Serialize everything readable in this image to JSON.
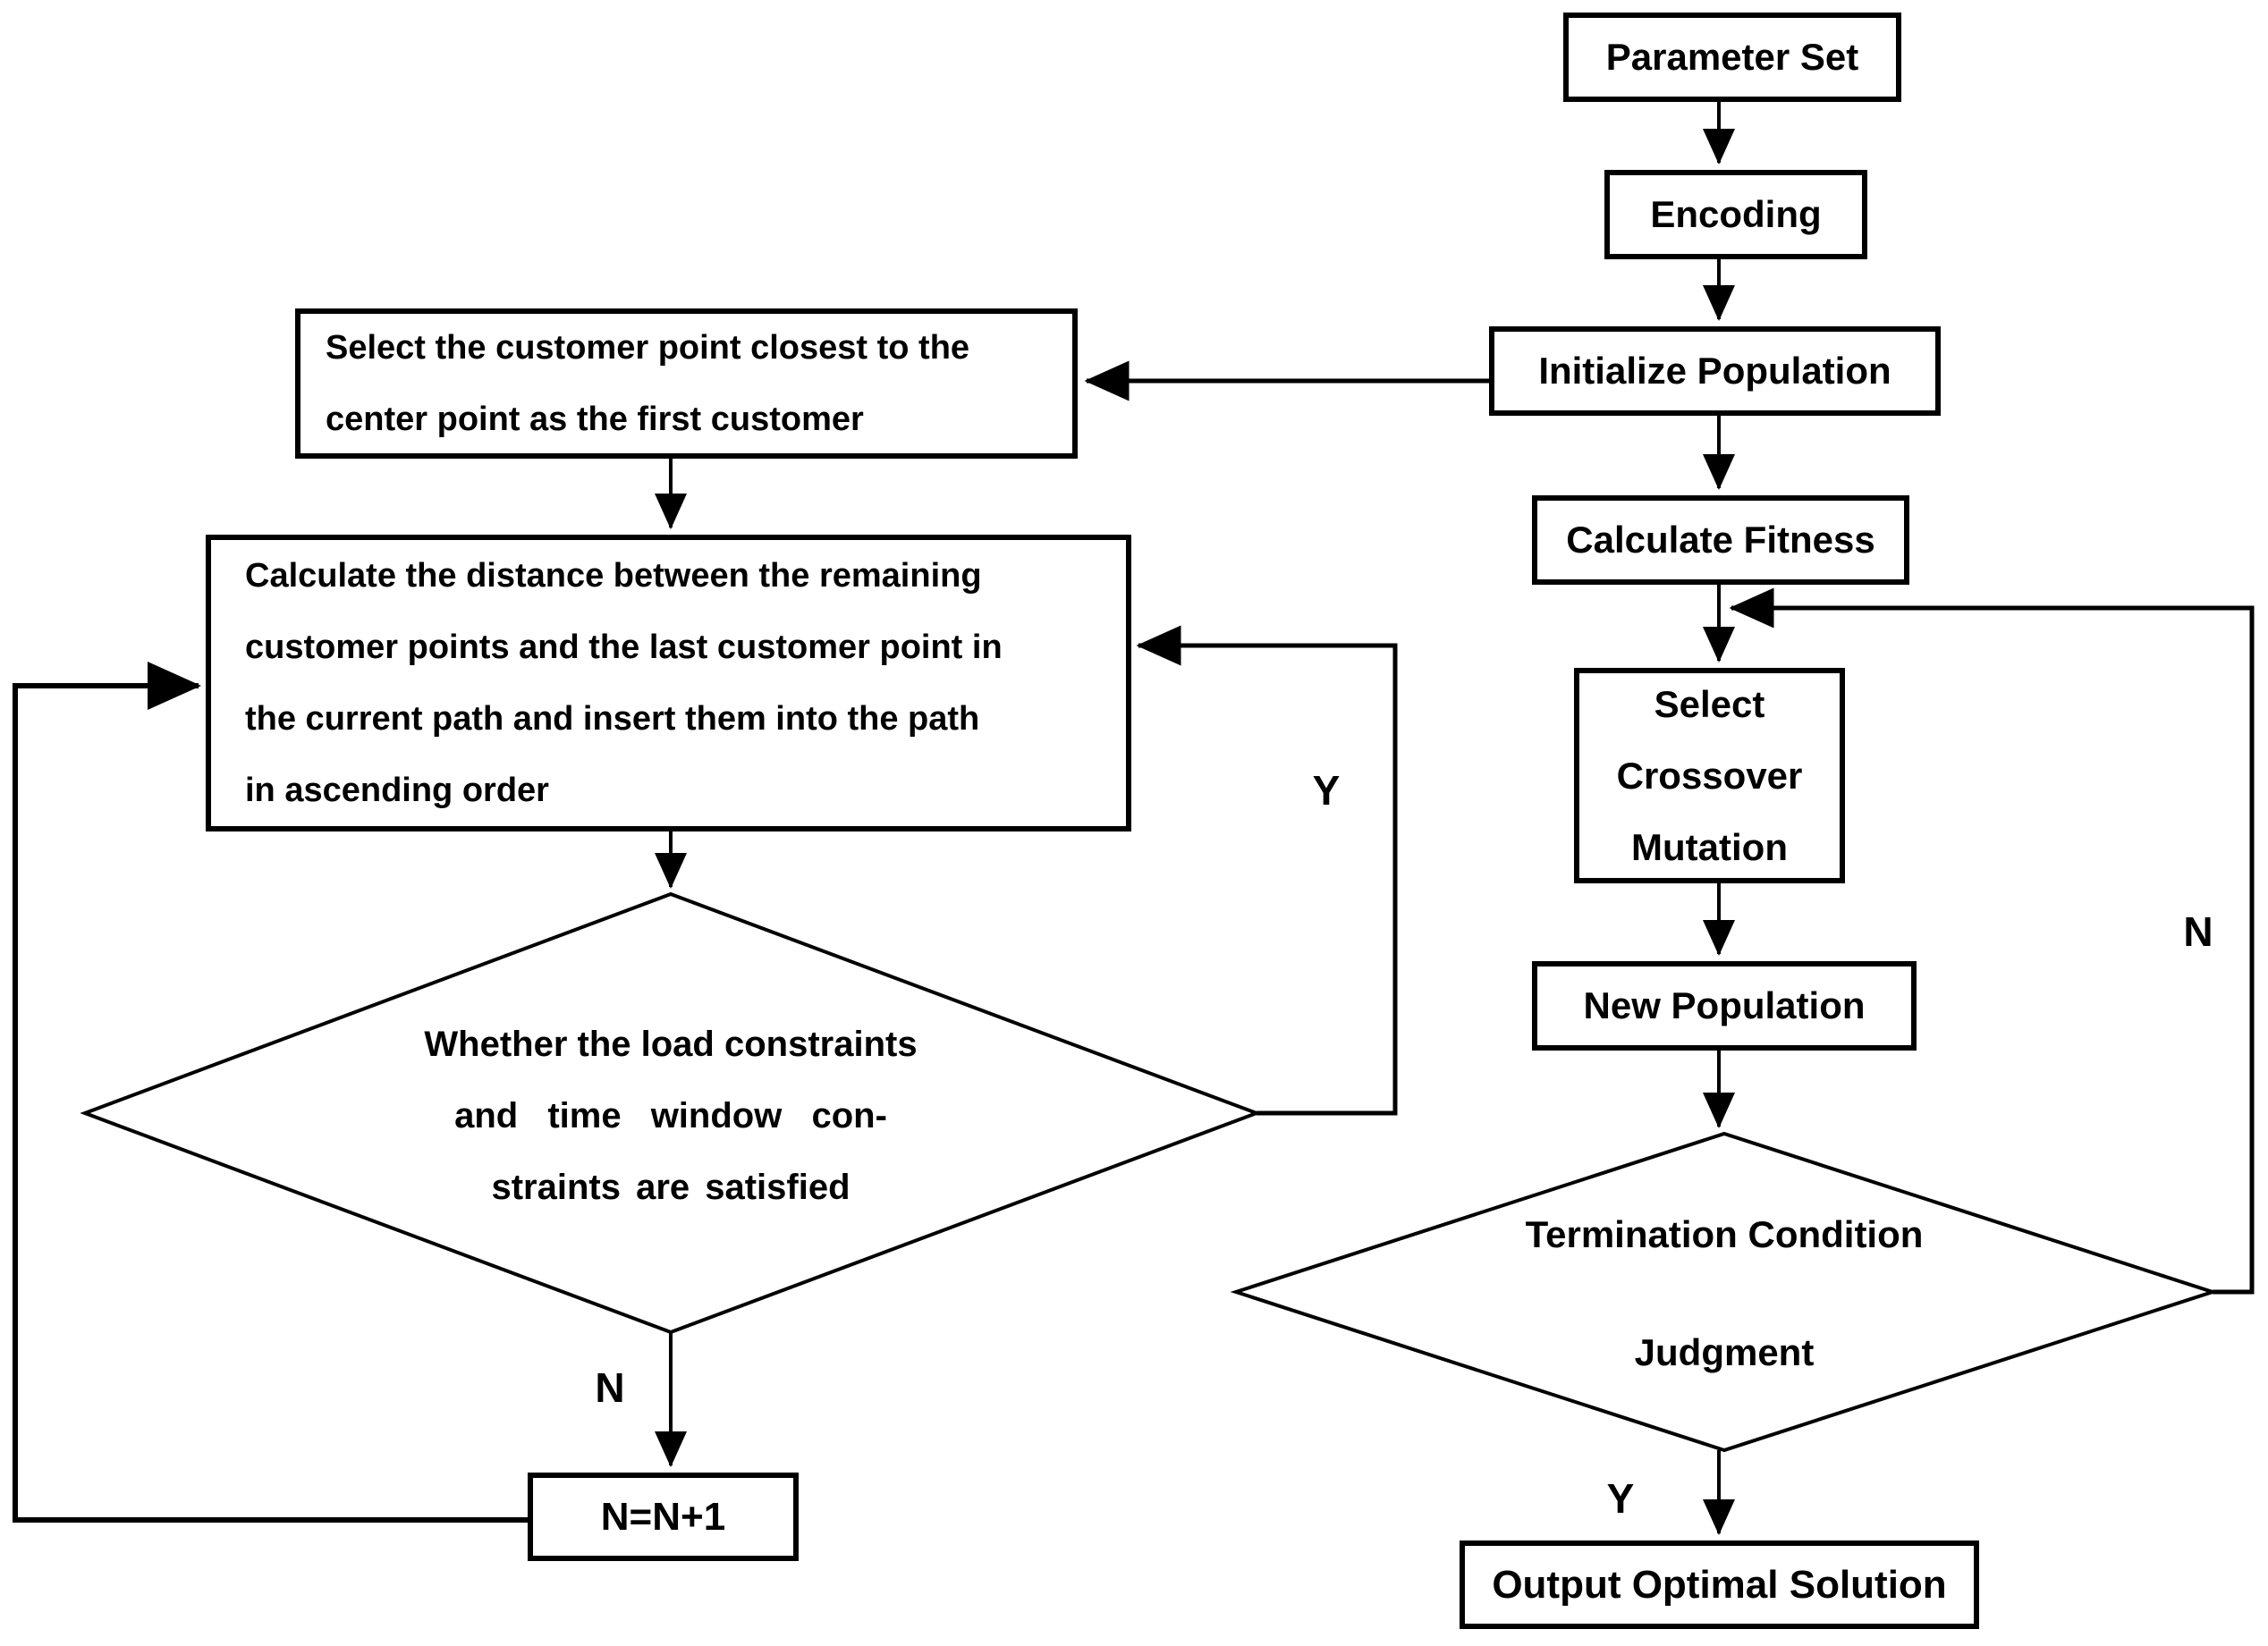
{
  "left_flow": {
    "select_customer_lines": [
      "Select the customer point closest to the",
      "center point as the first customer"
    ],
    "calc_distance_lines": [
      "Calculate the distance between the remaining",
      "customer points and the last customer point in",
      "the current path and insert them into the path",
      "in ascending order"
    ],
    "constraint_diamond_lines": [
      "Whether the load constraints",
      "and time window con-",
      "straints are satisfied"
    ],
    "increment_label": "N=N+1",
    "branch_yes": "Y",
    "branch_no": "N"
  },
  "right_flow": {
    "parameter_set": "Parameter Set",
    "encoding": "Encoding",
    "initialize_population": "Initialize Population",
    "calculate_fitness": "Calculate Fitness",
    "select_crossover_mutation_lines": [
      "Select",
      "Crossover",
      "Mutation"
    ],
    "new_population": "New Population",
    "termination_lines": [
      "Termination Condition",
      "Judgment"
    ],
    "output_optimal_solution": "Output Optimal Solution",
    "branch_yes": "Y",
    "branch_no": "N"
  },
  "colors": {
    "line": "#000000",
    "background": "#ffffff"
  }
}
